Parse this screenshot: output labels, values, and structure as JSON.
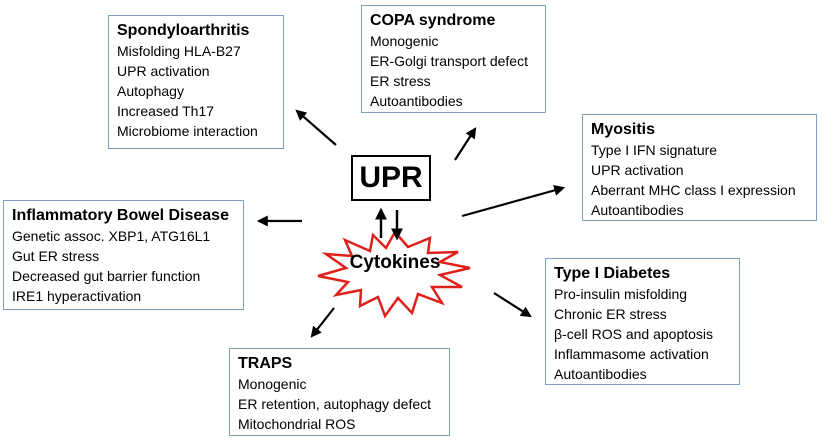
{
  "center": {
    "upr_label": "UPR",
    "cytokines_label": "Cytokines"
  },
  "boxes": {
    "spondyloarthritis": {
      "title": "Spondyloarthritis",
      "items": [
        "Misfolding HLA-B27",
        "UPR activation",
        "Autophagy",
        "Increased Th17",
        "Microbiome interaction"
      ]
    },
    "copa": {
      "title": "COPA syndrome",
      "items": [
        "Monogenic",
        "ER-Golgi transport defect",
        "ER stress",
        "Autoantibodies"
      ]
    },
    "myositis": {
      "title": "Myositis",
      "items": [
        "Type I IFN signature",
        "UPR activation",
        "Aberrant MHC class I expression",
        "Autoantibodies"
      ]
    },
    "ibd": {
      "title": "Inflammatory Bowel Disease",
      "items": [
        "Genetic assoc. XBP1, ATG16L1",
        "Gut ER stress",
        "Decreased gut barrier function",
        "IRE1 hyperactivation"
      ]
    },
    "diabetes": {
      "title": "Type I Diabetes",
      "items": [
        "Pro-insulin misfolding",
        "Chronic ER stress",
        "β-cell ROS and apoptosis",
        "Inflammasome activation",
        "Autoantibodies"
      ]
    },
    "traps": {
      "title": "TRAPS",
      "items": [
        "Monogenic",
        "ER retention, autophagy defect",
        "Mitochondrial ROS"
      ]
    }
  },
  "colors": {
    "box_border": "#7f9fbf",
    "starburst_stroke": "#e0201b",
    "arrow": "#000000"
  }
}
